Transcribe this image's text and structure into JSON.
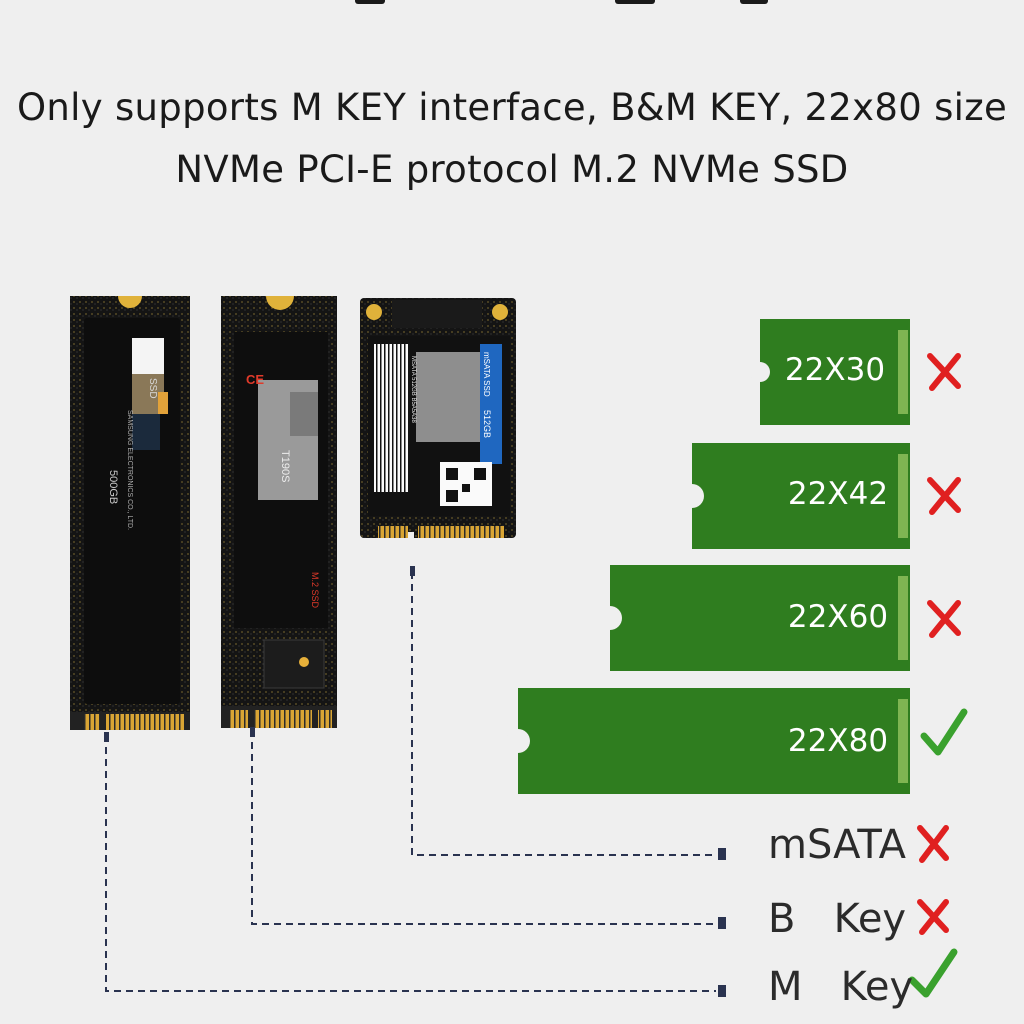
{
  "header": {
    "line1": "Only supports M KEY interface, B&M KEY, 22x80 size",
    "line2": "NVMe PCI-E protocol M.2 NVMe SSD"
  },
  "ssd_modules": {
    "samsung": {
      "brand_text": "SAMSUNG ELECTRONICS CO., LTD.",
      "capacity": "500GB",
      "model_fragment": "SSD"
    },
    "m2": {
      "label": "M.2 SSD",
      "ce_mark": "CE",
      "model_fragment": "T190S"
    },
    "msata": {
      "label": "mSATA SSD",
      "capacity": "512GB",
      "serial": "MSATA 512GB B5A5A38"
    }
  },
  "sizes": [
    {
      "label": "22X30",
      "supported": false
    },
    {
      "label": "22X42",
      "supported": false
    },
    {
      "label": "22X60",
      "supported": false
    },
    {
      "label": "22X80",
      "supported": true
    }
  ],
  "key_types": [
    {
      "label": "mSATA",
      "supported": false
    },
    {
      "label": "B   Key",
      "supported": false
    },
    {
      "label": "M   Key",
      "supported": true
    }
  ],
  "colors": {
    "background": "#efefef",
    "pcb_green": "#2e7d1f",
    "pcb_edge": "#6fb04a",
    "cross_red": "#e02020",
    "check_green": "#3aa12e",
    "dash_line": "#2a3350"
  },
  "icons": {
    "unsupported": "cross-icon",
    "supported": "check-icon"
  }
}
